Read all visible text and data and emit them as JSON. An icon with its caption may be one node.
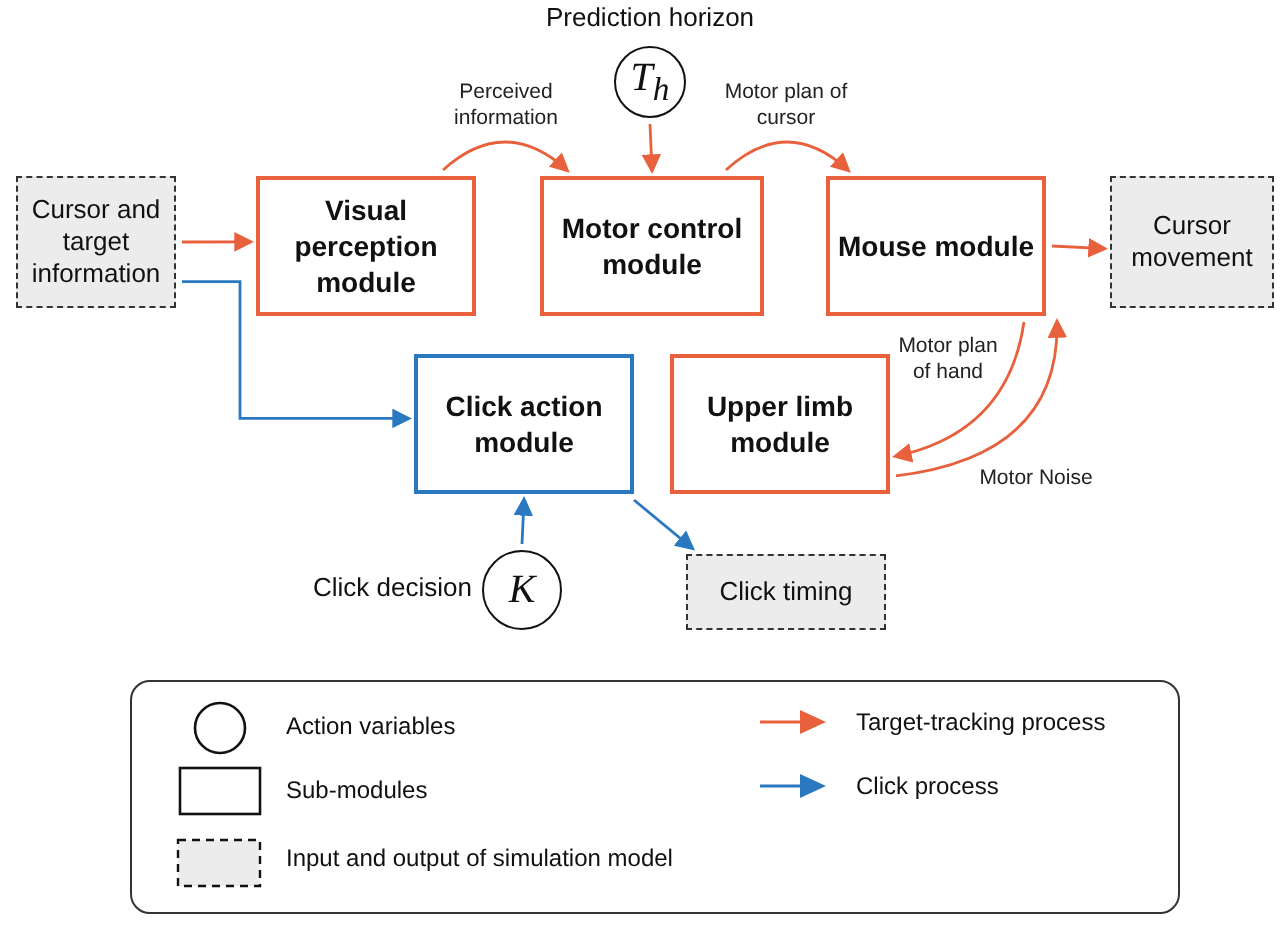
{
  "diagram": {
    "nodes": [
      {
        "text": [
          "Cursor and target information"
        ]
      },
      {
        "text": [
          "Visual perception module"
        ]
      },
      {
        "text": [
          "T$_{h}$"
        ],
        "beside": [
          "Prediction horizon"
        ]
      },
      {
        "text": [
          "Motor control module"
        ]
      },
      {
        "text": [
          "Mouse module"
        ]
      },
      {
        "text": [
          "Cursor movement"
        ]
      },
      {
        "text": [
          "Click action module"
        ]
      },
      {
        "text": [
          "Upper limb module"
        ]
      },
      {
        "text": [
          "K"
        ],
        "beside": [
          "Click decision"
        ]
      },
      {
        "text": [
          "Click timing"
        ]
      }
    ],
    "edges": [
      {
        "from": 0,
        "to": 1,
        "arrow": "to"
      },
      {
        "from": 0,
        "to": 6,
        "arrow": "to",
        "color": "#2a78c0"
      },
      {
        "from": 1,
        "to": 3,
        "arrow": "to",
        "label": "Perceived information"
      },
      {
        "from": 2,
        "to": 3,
        "arrow": "to"
      },
      {
        "from": 3,
        "to": 4,
        "arrow": "to",
        "label": "Motor plan of cursor"
      },
      {
        "from": 4,
        "to": 5,
        "arrow": "to"
      },
      {
        "from": 4,
        "to": 7,
        "arrow": "to",
        "label": "Motor plan of hand"
      },
      {
        "from": 7,
        "to": 4,
        "arrow": "to",
        "label": "Motor Noise"
      },
      {
        "from": 8,
        "to": 6,
        "arrow": "to",
        "color": "#2a78c0"
      },
      {
        "from": 6,
        "to": 9,
        "arrow": "to",
        "color": "#2a78c0"
      }
    ],
    "legend": [
      {
        "text": "Action variables"
      },
      {
        "text": "Sub-modules"
      },
      {
        "text": "Input and output of simulation model"
      },
      {
        "text": "Target-tracking process"
      },
      {
        "text": "Click process"
      }
    ]
  }
}
